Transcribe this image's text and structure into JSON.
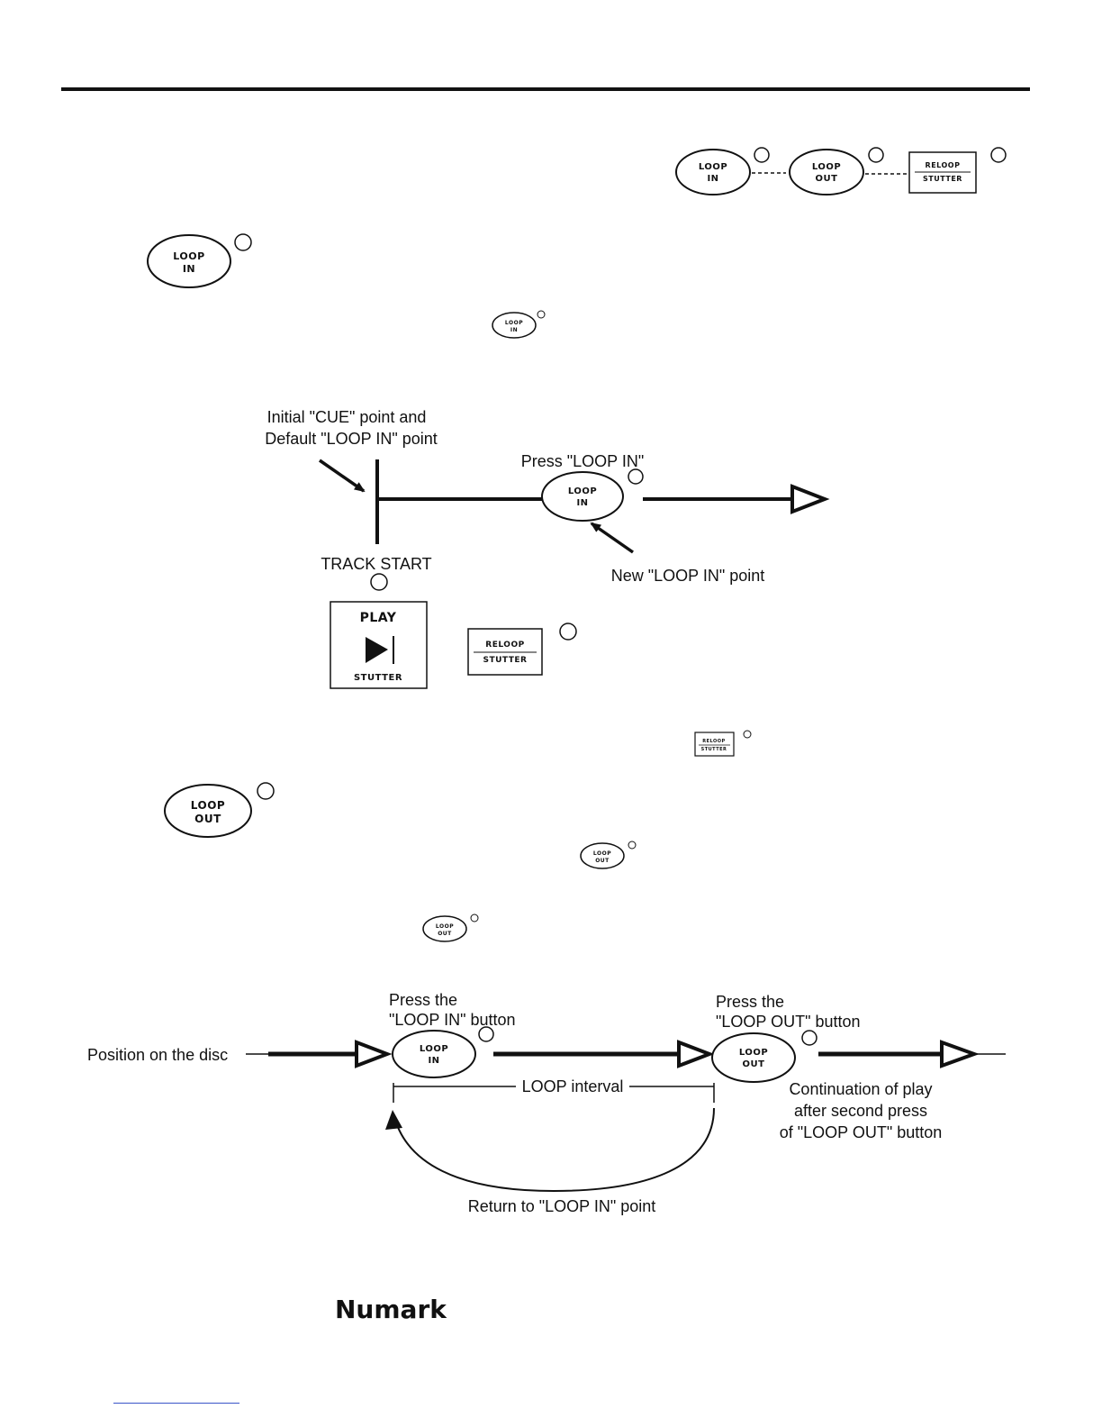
{
  "buttons": {
    "loop_in": [
      "LOOP",
      "IN"
    ],
    "loop_out": [
      "LOOP",
      "OUT"
    ],
    "reloop": [
      "RELOOP",
      "STUTTER"
    ],
    "play": [
      "PLAY",
      "STUTTER"
    ]
  },
  "diagram1": {
    "initial_cue_line1": "Initial \"CUE\" point and",
    "initial_cue_line2": "Default \"LOOP IN\" point",
    "press_loop_in": "Press \"LOOP IN\"",
    "track_start": "TRACK START",
    "new_loop_in_point": "New \"LOOP IN\" point"
  },
  "diagram2": {
    "position_on_disc": "Position on the disc",
    "press_loop_in_line1": "Press the",
    "press_loop_in_line2": "\"LOOP IN\" button",
    "press_loop_out_line1": "Press the",
    "press_loop_out_line2": "\"LOOP OUT\" button",
    "loop_interval": "LOOP interval",
    "continuation_line1": "Continuation of play",
    "continuation_line2": "after second press",
    "continuation_line3": "of \"LOOP OUT\" button",
    "return_label": "Return to \"LOOP IN\" point"
  },
  "footer": {
    "brand": "Numark"
  }
}
